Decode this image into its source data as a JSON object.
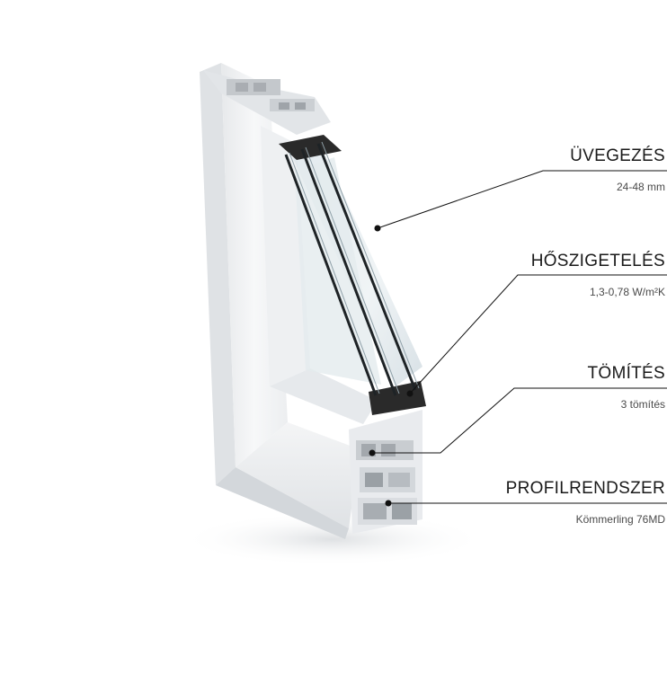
{
  "labels": [
    {
      "title": "ÜVEGEZÉS",
      "sub": "24-48 mm"
    },
    {
      "title": "HŐSZIGETELÉS",
      "sub": "1,3-0,78  W/m²K"
    },
    {
      "title": "TÖMÍTÉS",
      "sub": "3 tömítés"
    },
    {
      "title": "PROFILRENDSZER",
      "sub": "Kömmerling 76MD"
    }
  ],
  "colors": {
    "frame": "#f3f4f5",
    "frame_shadow": "#c9ccd0",
    "glass": "#d9e3e8",
    "glass_edge": "#1e2326",
    "line": "#111111",
    "gasket": "#2a2a2a"
  },
  "icons": [
    "window-profile-illustration"
  ]
}
